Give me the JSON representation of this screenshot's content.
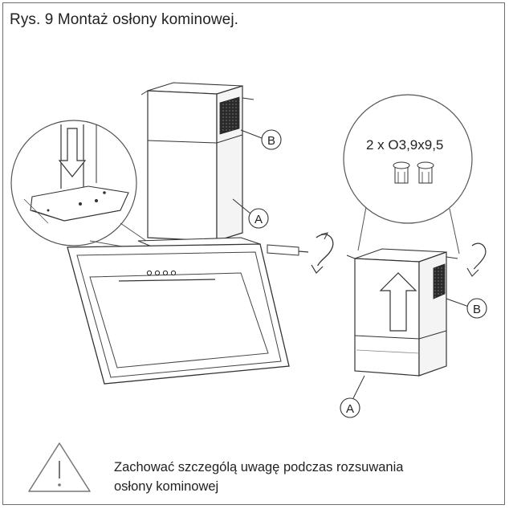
{
  "title": "Rys. 9 Montaż osłony kominowej.",
  "screw_spec": "2 x O3,9x9,5",
  "labels": {
    "a_left": "A",
    "b_left": "B",
    "a_right": "A",
    "b_right": "B"
  },
  "warning": {
    "line1": "Zachować szczególą uwagę podczas rozsuwania",
    "line2": "osłony kominowej",
    "icon": "warning-triangle-icon"
  }
}
